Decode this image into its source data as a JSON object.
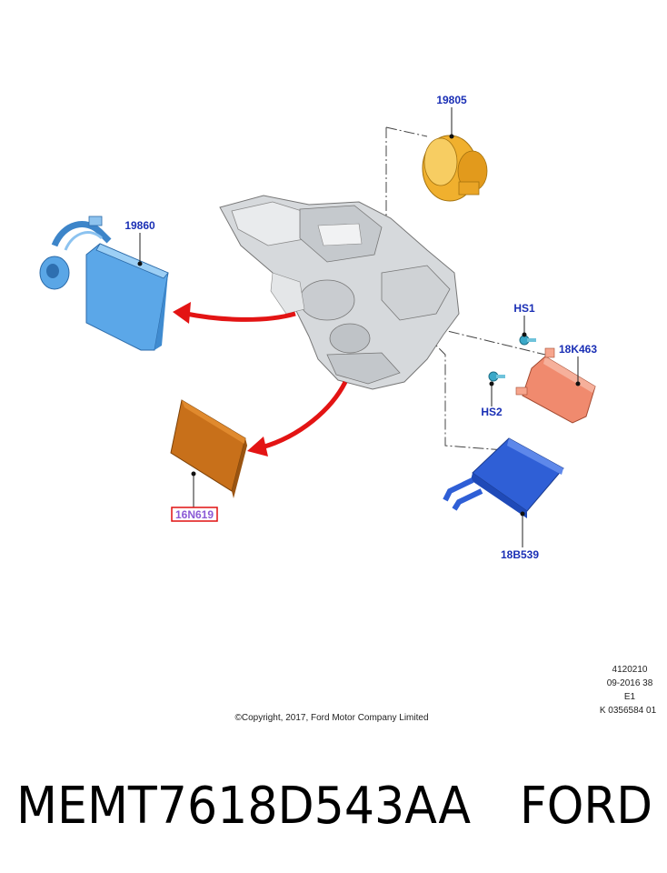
{
  "part_labels": {
    "blower_motor": "19805",
    "evaporator": "19860",
    "cabin_filter": "16N619",
    "screw_1": "HS1",
    "screw_2": "HS2",
    "heater_bracket": "18K463",
    "heater_core": "18B539"
  },
  "info_block": {
    "line1": "4120210",
    "line2": "09-2016 38",
    "line3": "E1",
    "line4": "K 0356584 01"
  },
  "copyright": "©Copyright, 2017, Ford Motor Company Limited",
  "footer": {
    "part_number": "MEMT7618D543AA",
    "brand": "FORD"
  },
  "colors": {
    "label": "#1a2fb5",
    "highlight_box": "#e01010",
    "arrow": "#e31414",
    "evaporator": "#5aa6e6",
    "blower_motor": "#f2b431",
    "cabin_filter": "#c8701a",
    "heater_bracket": "#f08a6e",
    "heater_core": "#2f5fd6",
    "screw": "#3aa8c8",
    "housing": "#d8dbde"
  }
}
